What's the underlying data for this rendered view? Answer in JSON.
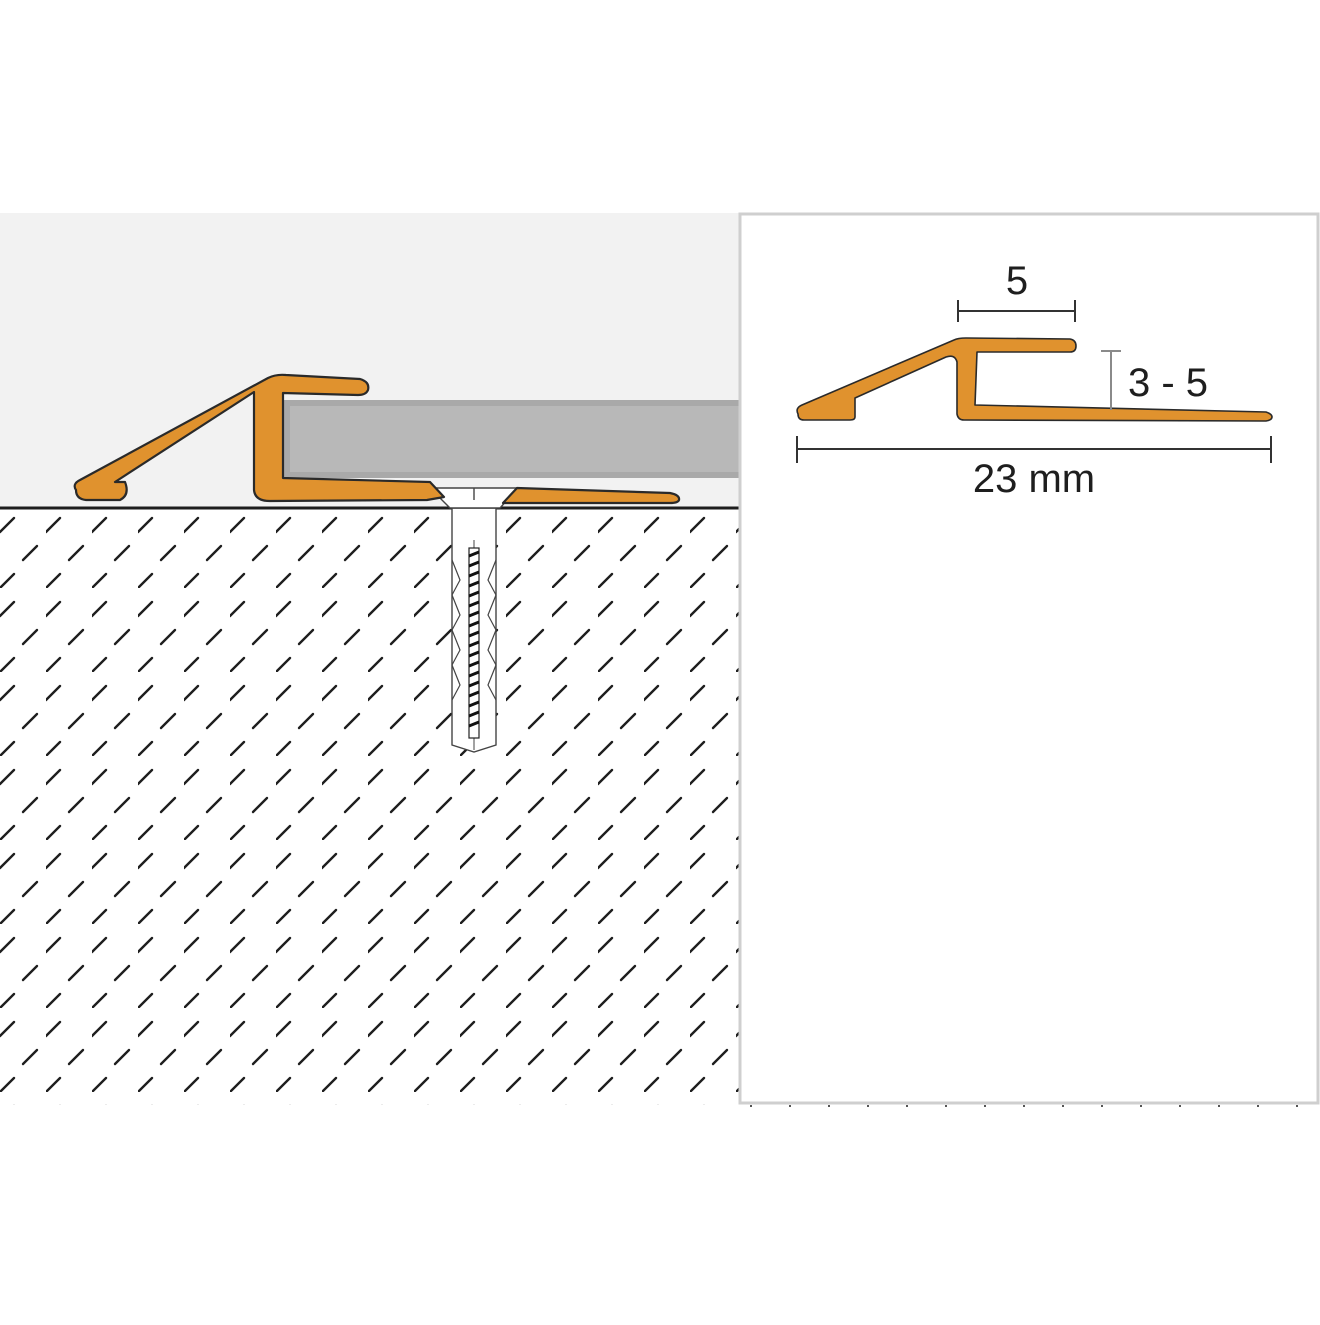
{
  "diagram": {
    "type": "technical-cross-section",
    "subject": "floor transition ramp profile",
    "colors": {
      "background": "#ffffff",
      "room_background": "#f2f2f2",
      "profile_fill": "#e0922e",
      "profile_outline": "#2a2a2a",
      "floor_covering_fill": "#b5b5b5",
      "floor_covering_border": "#999999",
      "subfloor_hatch": "#1e1e1e",
      "detail_panel_border": "#cfcfcf",
      "dimension_line": "#333333",
      "dimension_line_light": "#8a8a8a"
    },
    "installation_view": {
      "elements": [
        "ramp-profile",
        "floor-covering-panel",
        "subfloor-hatch",
        "screw",
        "wall-plug"
      ]
    },
    "detail_view": {
      "dimensions": {
        "top_flange_width": "5",
        "recess_height": "3 - 5",
        "overall_width": "23 mm"
      }
    }
  }
}
